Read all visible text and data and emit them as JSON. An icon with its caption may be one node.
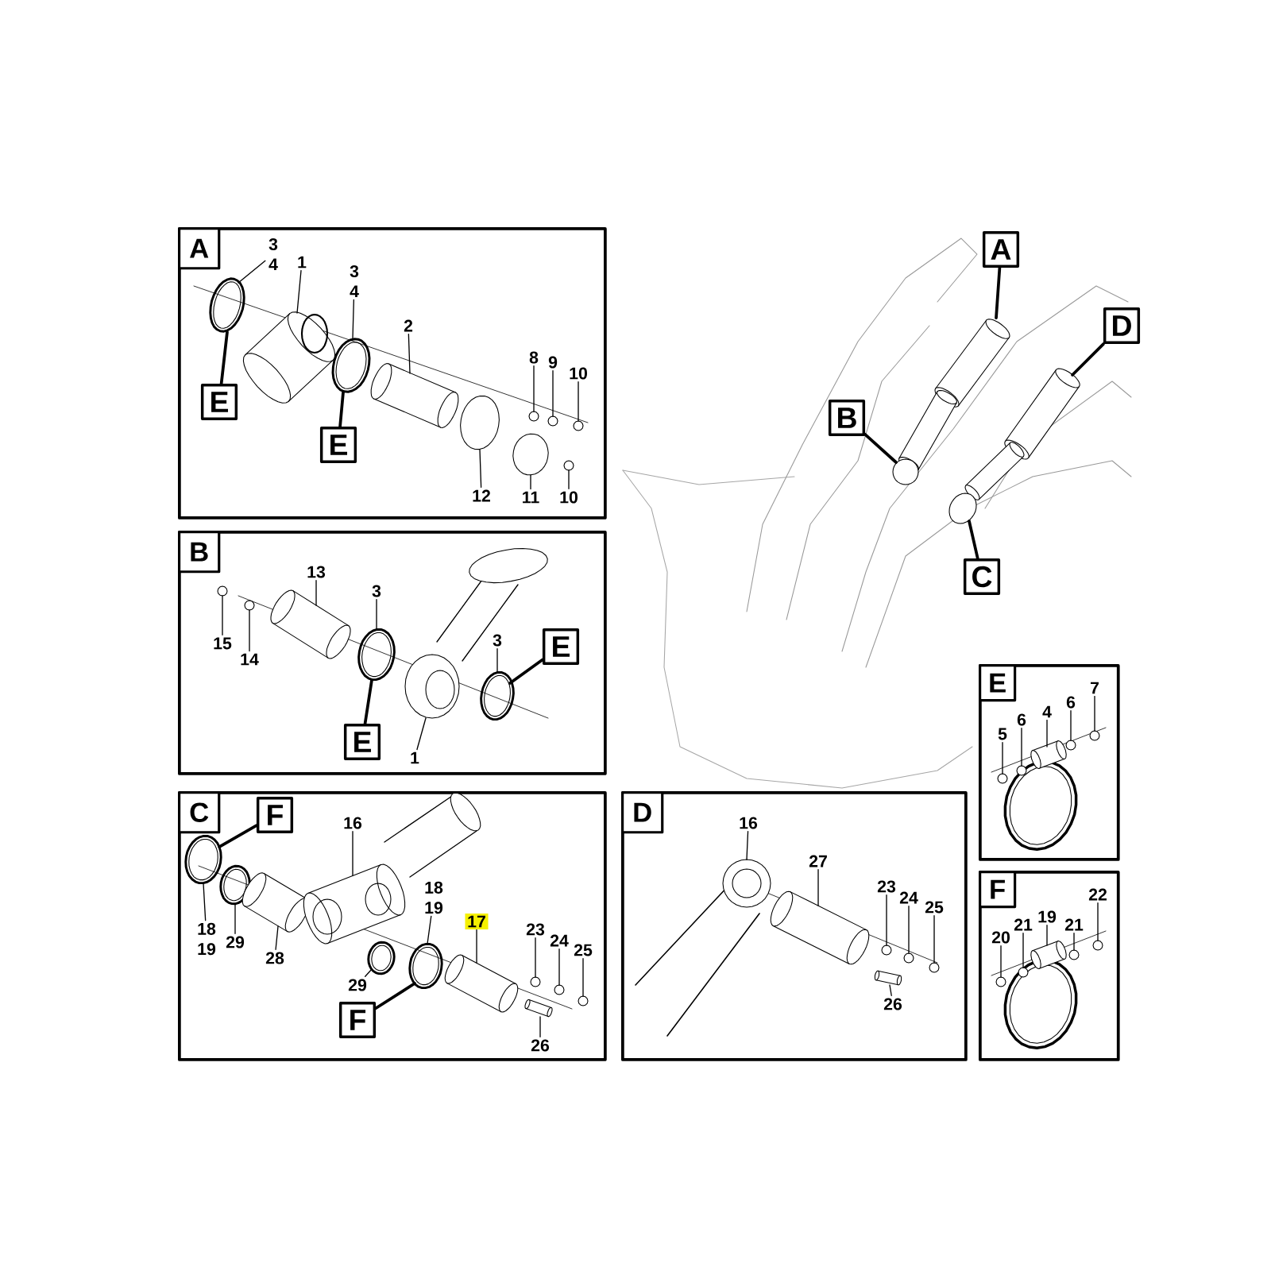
{
  "diagram": {
    "nodes": [
      {
        "text": [],
        "shape": "box"
      },
      {
        "text": [],
        "shape": "box"
      },
      {
        "text": [],
        "shape": "box"
      },
      {
        "text": [],
        "shape": "box"
      },
      {
        "text": [],
        "shape": "box"
      },
      {
        "text": [],
        "shape": "box"
      },
      {
        "text": [
          "A"
        ],
        "in": 0
      },
      {
        "text": [
          "B"
        ],
        "in": 1
      },
      {
        "text": [
          "C"
        ],
        "in": 2
      },
      {
        "text": [
          "D"
        ],
        "in": 3
      },
      {
        "text": [
          "E"
        ],
        "in": 4
      },
      {
        "text": [
          "F"
        ],
        "in": 5
      },
      {
        "text": [
          "A"
        ]
      },
      {
        "text": [
          "B"
        ]
      },
      {
        "text": [
          "C"
        ]
      },
      {
        "text": [
          "D"
        ]
      },
      {
        "text": [
          "3 4"
        ],
        "in": 0
      },
      {
        "text": [
          "1"
        ],
        "in": 0
      },
      {
        "text": [
          "3 4"
        ],
        "in": 0
      },
      {
        "text": [
          "2"
        ],
        "in": 0
      },
      {
        "text": [
          "8"
        ],
        "in": 0
      },
      {
        "text": [
          "9"
        ],
        "in": 0
      },
      {
        "text": [
          "10"
        ],
        "in": 0
      },
      {
        "text": [
          "E"
        ],
        "in": 0
      },
      {
        "text": [
          "E"
        ],
        "in": 0
      },
      {
        "text": [
          "12"
        ],
        "in": 0
      },
      {
        "text": [
          "11"
        ],
        "in": 0
      },
      {
        "text": [
          "10"
        ],
        "in": 0
      },
      {
        "text": [
          "13"
        ],
        "in": 1
      },
      {
        "text": [
          "3"
        ],
        "in": 1
      },
      {
        "text": [
          "15"
        ],
        "in": 1
      },
      {
        "text": [
          "14"
        ],
        "in": 1
      },
      {
        "text": [
          "3"
        ],
        "in": 1
      },
      {
        "text": [
          "E"
        ],
        "in": 1
      },
      {
        "text": [
          "E"
        ],
        "in": 1
      },
      {
        "text": [
          "1"
        ],
        "in": 1
      },
      {
        "text": [
          "F"
        ],
        "in": 2
      },
      {
        "text": [
          "16"
        ],
        "in": 2
      },
      {
        "text": [
          "18 19"
        ],
        "in": 2
      },
      {
        "text": [
          "17"
        ],
        "in": 2
      },
      {
        "text": [
          "23"
        ],
        "in": 2
      },
      {
        "text": [
          "24"
        ],
        "in": 2
      },
      {
        "text": [
          "25"
        ],
        "in": 2
      },
      {
        "text": [
          "18 19"
        ],
        "in": 2
      },
      {
        "text": [
          "29"
        ],
        "in": 2
      },
      {
        "text": [
          "28"
        ],
        "in": 2
      },
      {
        "text": [
          "29"
        ],
        "in": 2
      },
      {
        "text": [
          "F"
        ],
        "in": 2
      },
      {
        "text": [
          "26"
        ],
        "in": 2
      },
      {
        "text": [
          "16"
        ],
        "in": 3
      },
      {
        "text": [
          "27"
        ],
        "in": 3
      },
      {
        "text": [
          "23"
        ],
        "in": 3
      },
      {
        "text": [
          "24"
        ],
        "in": 3
      },
      {
        "text": [
          "25"
        ],
        "in": 3
      },
      {
        "text": [
          "26"
        ],
        "in": 3
      },
      {
        "text": [
          "5"
        ],
        "in": 4
      },
      {
        "text": [
          "6"
        ],
        "in": 4
      },
      {
        "text": [
          "4"
        ],
        "in": 4
      },
      {
        "text": [
          "6"
        ],
        "in": 4
      },
      {
        "text": [
          "7"
        ],
        "in": 4
      },
      {
        "text": [
          "20"
        ],
        "in": 5
      },
      {
        "text": [
          "21"
        ],
        "in": 5
      },
      {
        "text": [
          "19"
        ],
        "in": 5
      },
      {
        "text": [
          "21"
        ],
        "in": 5
      },
      {
        "text": [
          "22"
        ],
        "in": 5
      },
      {
        "text": [],
        "shape": "picture"
      },
      {
        "text": [],
        "shape": "picture"
      },
      {
        "text": [],
        "shape": "picture"
      },
      {
        "text": [],
        "shape": "picture"
      },
      {
        "text": [],
        "shape": "picture",
        "in": 0
      },
      {
        "text": [],
        "shape": "picture",
        "in": 0
      },
      {
        "text": [],
        "shape": "picture",
        "in": 0
      },
      {
        "text": [],
        "shape": "picture",
        "in": 0
      },
      {
        "text": [],
        "shape": "circle",
        "in": 0
      },
      {
        "text": [],
        "shape": "circle",
        "in": 0
      },
      {
        "text": [],
        "shape": "circle",
        "in": 0
      },
      {
        "text": [],
        "shape": "picture",
        "in": 0
      },
      {
        "text": [],
        "shape": "picture",
        "in": 0
      },
      {
        "text": [],
        "shape": "circle",
        "in": 0
      },
      {
        "text": [],
        "shape": "circle",
        "in": 1
      },
      {
        "text": [],
        "shape": "circle",
        "in": 1
      },
      {
        "text": [],
        "shape": "picture",
        "in": 1
      },
      {
        "text": [],
        "shape": "picture",
        "in": 1
      },
      {
        "text": [],
        "shape": "picture",
        "in": 1
      },
      {
        "text": [],
        "shape": "picture",
        "in": 1
      },
      {
        "text": [],
        "shape": "picture",
        "in": 2
      },
      {
        "text": [],
        "shape": "picture",
        "in": 2
      },
      {
        "text": [],
        "shape": "picture",
        "in": 2
      },
      {
        "text": [],
        "shape": "picture",
        "in": 2
      },
      {
        "text": [],
        "shape": "picture",
        "in": 2
      },
      {
        "text": [],
        "shape": "picture",
        "in": 2
      },
      {
        "text": [],
        "shape": "picture",
        "in": 2
      },
      {
        "text": [],
        "shape": "circle",
        "in": 2
      },
      {
        "text": [],
        "shape": "circle",
        "in": 2
      },
      {
        "text": [],
        "shape": "circle",
        "in": 2
      },
      {
        "text": [],
        "shape": "cylinder",
        "in": 2
      },
      {
        "text": [],
        "shape": "picture",
        "in": 3
      },
      {
        "text": [],
        "shape": "picture",
        "in": 3
      },
      {
        "text": [],
        "shape": "circle",
        "in": 3
      },
      {
        "text": [],
        "shape": "circle",
        "in": 3
      },
      {
        "text": [],
        "shape": "circle",
        "in": 3
      },
      {
        "text": [],
        "shape": "cylinder",
        "in": 3
      },
      {
        "text": [],
        "shape": "circle",
        "in": 4
      },
      {
        "text": [],
        "shape": "circle",
        "in": 4
      },
      {
        "text": [],
        "shape": "cylinder",
        "in": 4
      },
      {
        "text": [],
        "shape": "circle",
        "in": 4
      },
      {
        "text": [],
        "shape": "circle",
        "in": 4
      },
      {
        "text": [],
        "shape": "circle",
        "in": 5
      },
      {
        "text": [],
        "shape": "circle",
        "in": 5
      },
      {
        "text": [],
        "shape": "cylinder",
        "in": 5
      },
      {
        "text": [],
        "shape": "circle",
        "in": 5
      },
      {
        "text": [],
        "shape": "circle",
        "in": 5
      }
    ],
    "edges": [
      {
        "from": 12,
        "to": 65,
        "arrow": "none"
      },
      {
        "from": 13,
        "to": 66,
        "arrow": "none"
      },
      {
        "from": 14,
        "to": 68,
        "arrow": "none"
      },
      {
        "from": 15,
        "to": 67,
        "arrow": "none"
      },
      {
        "from": 16,
        "to": 69,
        "arrow": "none"
      },
      {
        "from": 17,
        "to": 70,
        "arrow": "none"
      },
      {
        "from": 18,
        "to": 71,
        "arrow": "none"
      },
      {
        "from": 19,
        "to": 72,
        "arrow": "none"
      },
      {
        "from": 20,
        "to": 73,
        "arrow": "none"
      },
      {
        "from": 21,
        "to": 74,
        "arrow": "none"
      },
      {
        "from": 22,
        "to": 75,
        "arrow": "none"
      },
      {
        "from": 23,
        "to": 69,
        "arrow": "none"
      },
      {
        "from": 24,
        "to": 71,
        "arrow": "none"
      },
      {
        "from": 25,
        "to": 76,
        "arrow": "none"
      },
      {
        "from": 26,
        "to": 77,
        "arrow": "none"
      },
      {
        "from": 27,
        "to": 78,
        "arrow": "none"
      },
      {
        "from": 28,
        "to": 81,
        "arrow": "none"
      },
      {
        "from": 29,
        "to": 82,
        "arrow": "none"
      },
      {
        "from": 30,
        "to": 79,
        "arrow": "none"
      },
      {
        "from": 31,
        "to": 80,
        "arrow": "none"
      },
      {
        "from": 32,
        "to": 84,
        "arrow": "none"
      },
      {
        "from": 33,
        "to": 84,
        "arrow": "none"
      },
      {
        "from": 34,
        "to": 82,
        "arrow": "none"
      },
      {
        "from": 35,
        "to": 83,
        "arrow": "none"
      },
      {
        "from": 36,
        "to": 85,
        "arrow": "none"
      },
      {
        "from": 37,
        "to": 88,
        "arrow": "none"
      },
      {
        "from": 38,
        "to": 90,
        "arrow": "none"
      },
      {
        "from": 39,
        "to": 91,
        "arrow": "none"
      },
      {
        "from": 40,
        "to": 92,
        "arrow": "none"
      },
      {
        "from": 41,
        "to": 93,
        "arrow": "none"
      },
      {
        "from": 42,
        "to": 94,
        "arrow": "none"
      },
      {
        "from": 43,
        "to": 85,
        "arrow": "none"
      },
      {
        "from": 44,
        "to": 86,
        "arrow": "none"
      },
      {
        "from": 45,
        "to": 87,
        "arrow": "none"
      },
      {
        "from": 46,
        "to": 89,
        "arrow": "none"
      },
      {
        "from": 47,
        "to": 90,
        "arrow": "none"
      },
      {
        "from": 48,
        "to": 95,
        "arrow": "none"
      },
      {
        "from": 49,
        "to": 96,
        "arrow": "none"
      },
      {
        "from": 50,
        "to": 97,
        "arrow": "none"
      },
      {
        "from": 51,
        "to": 98,
        "arrow": "none"
      },
      {
        "from": 52,
        "to": 99,
        "arrow": "none"
      },
      {
        "from": 53,
        "to": 100,
        "arrow": "none"
      },
      {
        "from": 54,
        "to": 101,
        "arrow": "none"
      },
      {
        "from": 55,
        "to": 102,
        "arrow": "none"
      },
      {
        "from": 56,
        "to": 103,
        "arrow": "none"
      },
      {
        "from": 57,
        "to": 104,
        "arrow": "none"
      },
      {
        "from": 58,
        "to": 105,
        "arrow": "none"
      },
      {
        "from": 59,
        "to": 106,
        "arrow": "none"
      },
      {
        "from": 60,
        "to": 107,
        "arrow": "none"
      },
      {
        "from": 61,
        "to": 108,
        "arrow": "none"
      },
      {
        "from": 62,
        "to": 109,
        "arrow": "none"
      },
      {
        "from": 63,
        "to": 110,
        "arrow": "none"
      },
      {
        "from": 64,
        "to": 111,
        "arrow": "none"
      }
    ]
  }
}
